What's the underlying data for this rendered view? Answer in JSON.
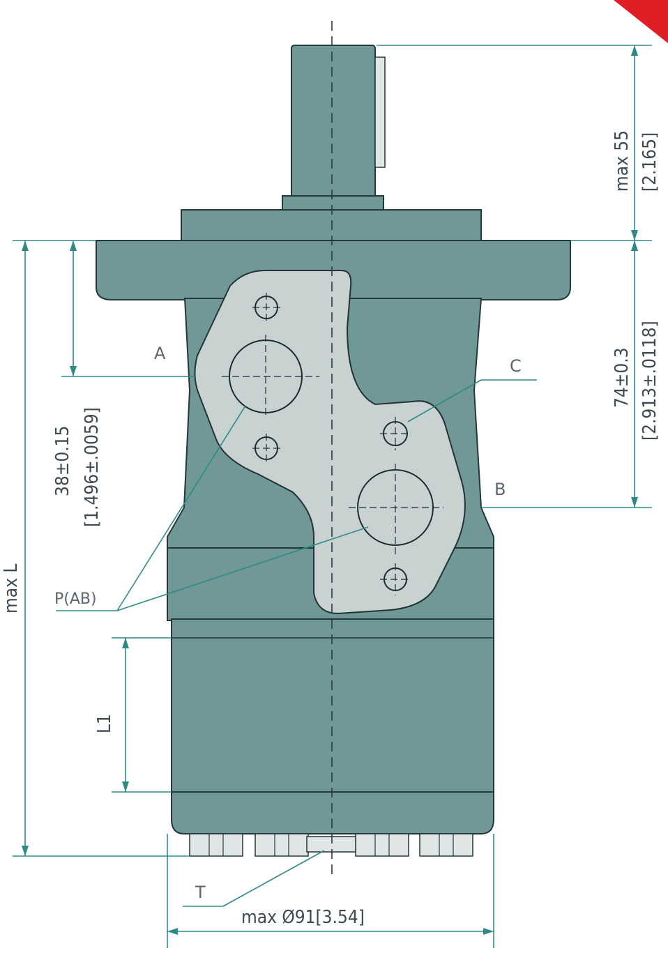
{
  "colors": {
    "body": "#6f9896",
    "plate": "#c8d3d1",
    "dimension_line": "#2f8a87",
    "corner_accent": "#e01e26"
  },
  "labels": {
    "port_a": "A",
    "port_b": "B",
    "port_c": "C",
    "port_p": "P(AB)",
    "port_t": "T"
  },
  "dimensions": {
    "shaft_length": "max 55",
    "shaft_length_in": "[2.165]",
    "b_port_offset": "74±0.3",
    "b_port_offset_in": "[2.913±.0118]",
    "a_port_offset": "38±0.15",
    "a_port_offset_in": "[1.496±.0059]",
    "total_length": "max L",
    "section_length": "L1",
    "body_diameter": "max Ø91[3.54]"
  }
}
